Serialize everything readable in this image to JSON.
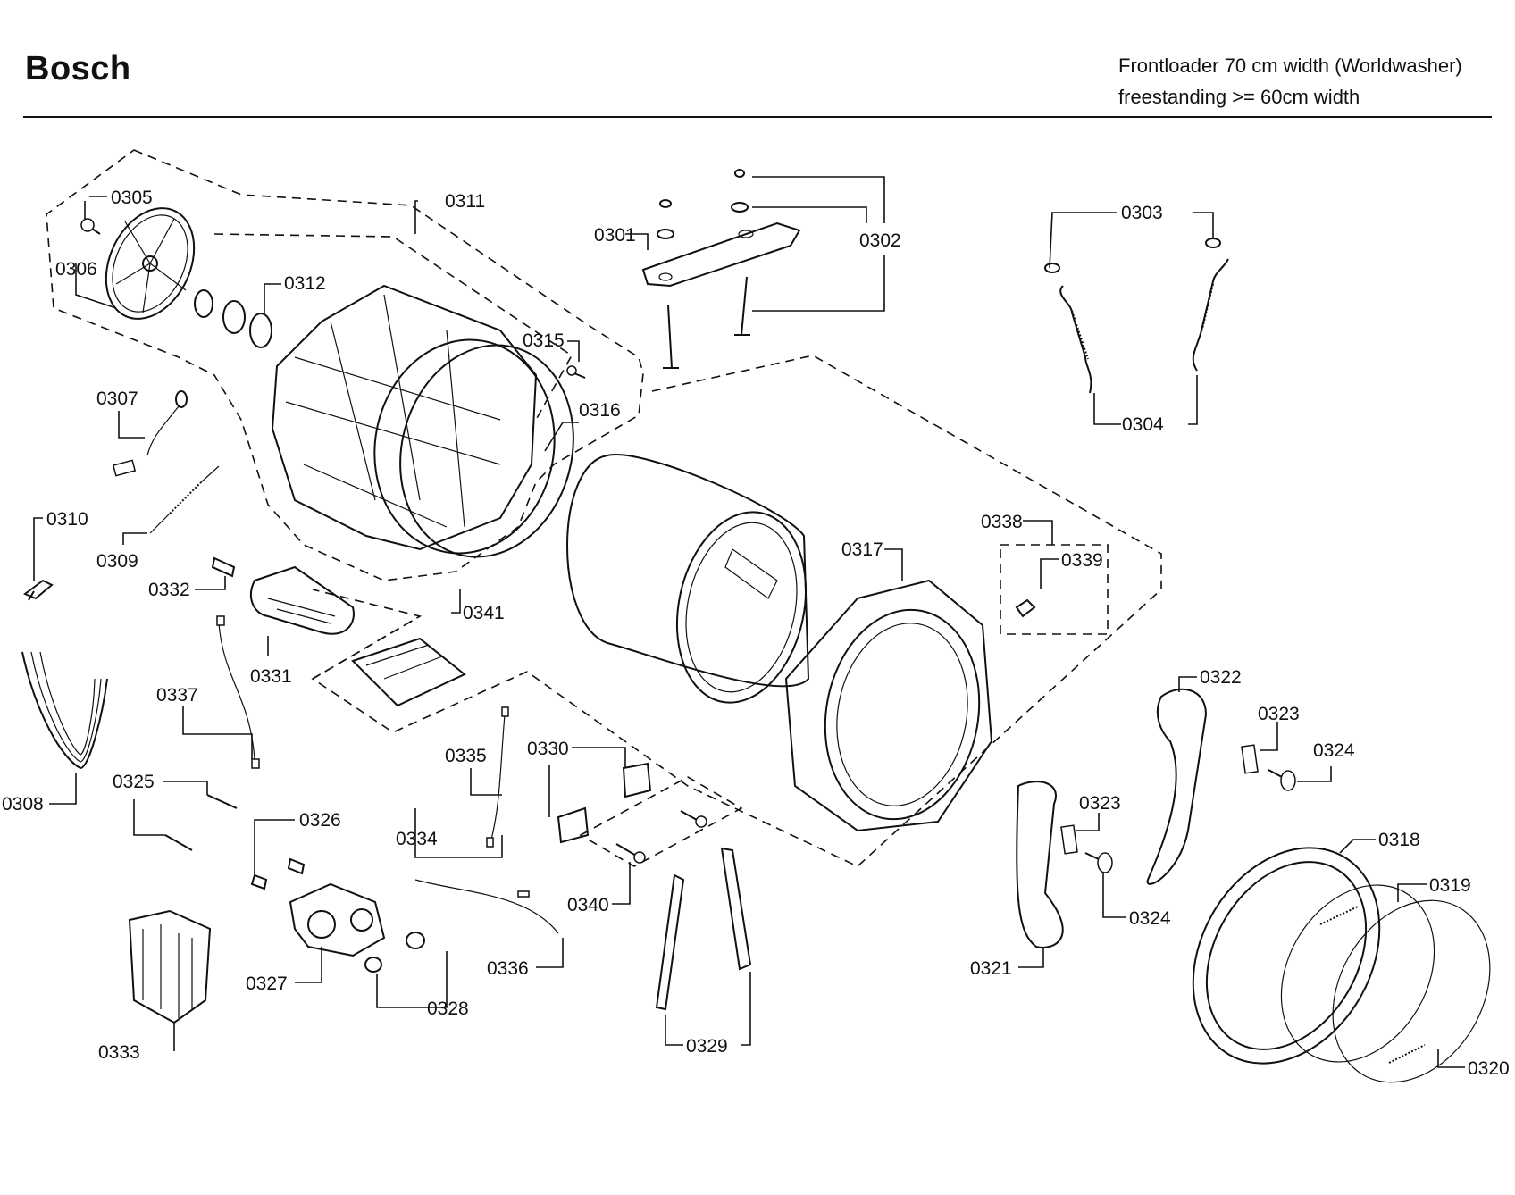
{
  "header": {
    "brand": "Bosch",
    "line1": "Frontloader 70 cm width (Worldwasher)",
    "line2": "freestanding >= 60cm width"
  },
  "parts": {
    "p0301": "0301",
    "p0302": "0302",
    "p0303": "0303",
    "p0304": "0304",
    "p0305": "0305",
    "p0306": "0306",
    "p0307": "0307",
    "p0308": "0308",
    "p0309": "0309",
    "p0310": "0310",
    "p0311": "0311",
    "p0312": "0312",
    "p0315": "0315",
    "p0316": "0316",
    "p0317": "0317",
    "p0318": "0318",
    "p0319": "0319",
    "p0320": "0320",
    "p0321": "0321",
    "p0322": "0322",
    "p0323": "0323",
    "p0324": "0324",
    "p0325": "0325",
    "p0326": "0326",
    "p0327": "0327",
    "p0328": "0328",
    "p0329": "0329",
    "p0330": "0330",
    "p0331": "0331",
    "p0332": "0332",
    "p0333": "0333",
    "p0334": "0334",
    "p0335": "0335",
    "p0336": "0336",
    "p0337": "0337",
    "p0338": "0338",
    "p0339": "0339",
    "p0340": "0340",
    "p0341": "0341"
  }
}
